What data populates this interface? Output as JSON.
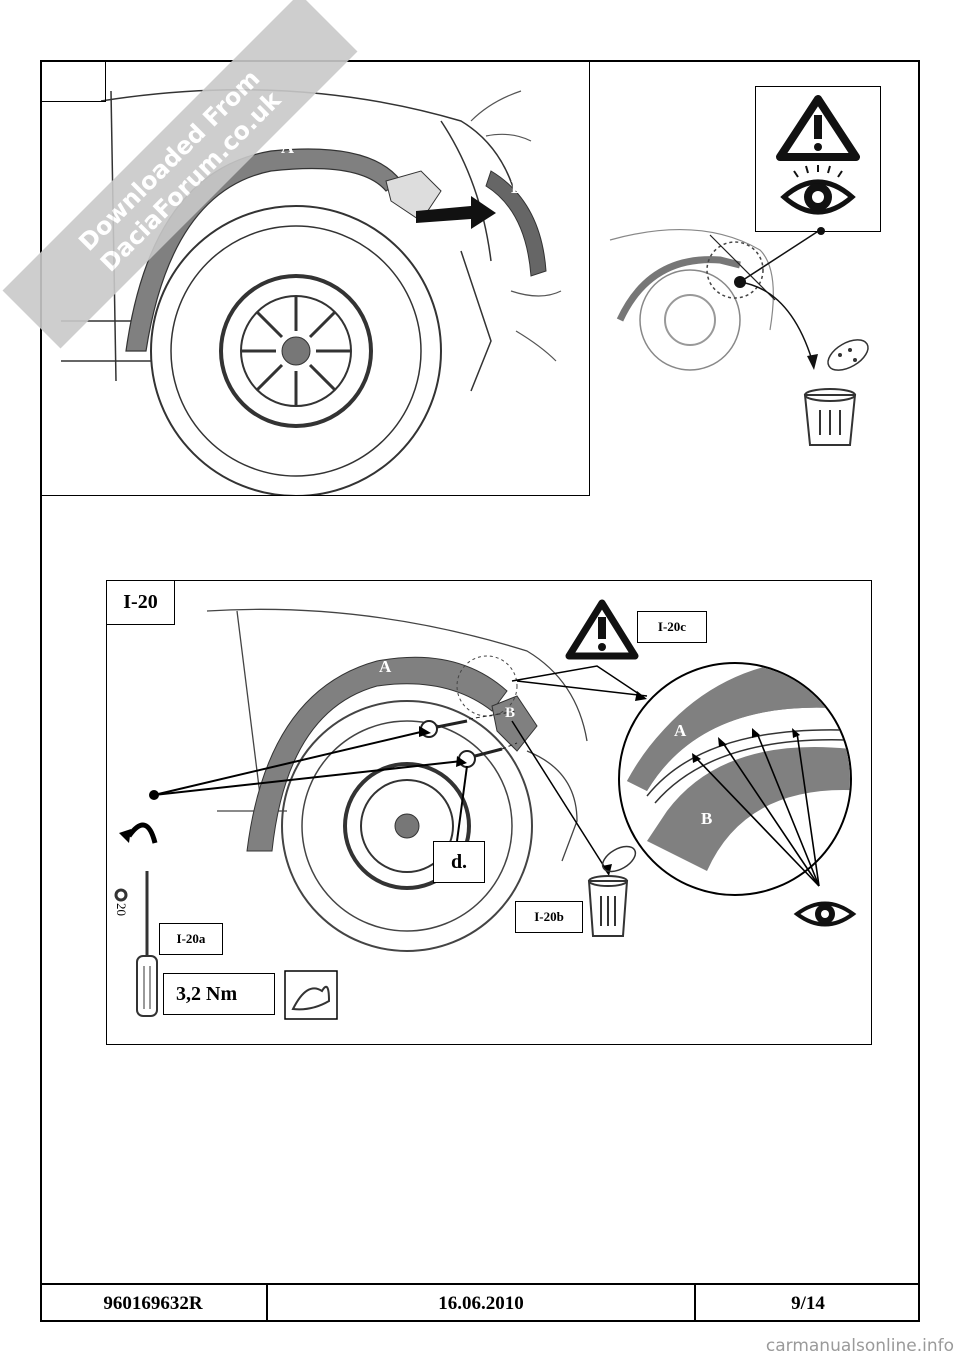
{
  "watermark": {
    "line1": "Downloaded From",
    "line2": "DaciaForum.co.uk"
  },
  "site_footer": "carmanualsonline.info",
  "top_figure": {
    "part_a": "A",
    "part_b": "B"
  },
  "i20_figure": {
    "title": "I-20",
    "callout_c": "I-20c",
    "callout_b": "I-20b",
    "callout_a": "I-20a",
    "part_a": "A",
    "part_b": "B",
    "detail_a": "A",
    "detail_b": "B",
    "step": "d.",
    "torque": "3,2 Nm",
    "torx_size": "20"
  },
  "footer": {
    "ref": "960169632R",
    "date": "16.06.2010",
    "page": "9/14"
  }
}
